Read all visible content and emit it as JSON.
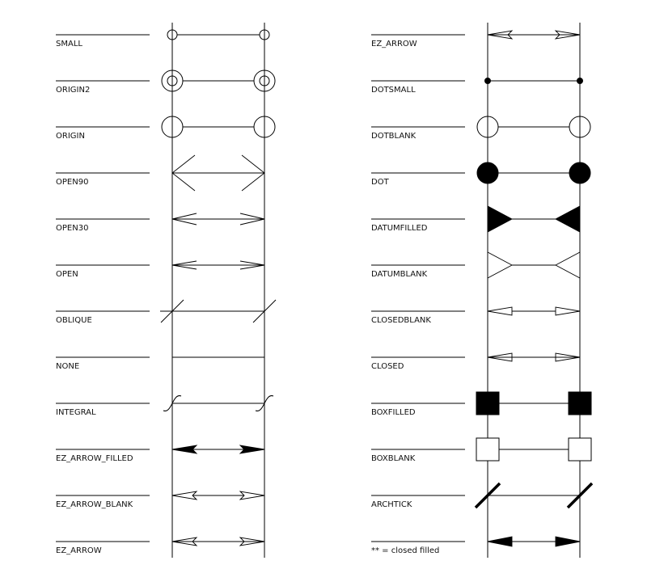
{
  "left_column": [
    {
      "label": "SMALL",
      "symbol": "small"
    },
    {
      "label": "ORIGIN2",
      "symbol": "origin2"
    },
    {
      "label": "ORIGIN",
      "symbol": "origin"
    },
    {
      "label": "OPEN90",
      "symbol": "open90"
    },
    {
      "label": "OPEN30",
      "symbol": "open30"
    },
    {
      "label": "OPEN",
      "symbol": "open"
    },
    {
      "label": "OBLIQUE",
      "symbol": "oblique"
    },
    {
      "label": "NONE",
      "symbol": "none"
    },
    {
      "label": "INTEGRAL",
      "symbol": "integral"
    },
    {
      "label": "EZ_ARROW_FILLED",
      "symbol": "ez_arrow_filled"
    },
    {
      "label": "EZ_ARROW_BLANK",
      "symbol": "ez_arrow_blank"
    },
    {
      "label": "EZ_ARROW",
      "symbol": "ez_arrow"
    }
  ],
  "right_column": [
    {
      "label": "EZ_ARROW",
      "symbol": "ez_arrow"
    },
    {
      "label": "DOTSMALL",
      "symbol": "dotsmall"
    },
    {
      "label": "DOTBLANK",
      "symbol": "dotblank"
    },
    {
      "label": "DOT",
      "symbol": "dot"
    },
    {
      "label": "DATUMFILLED",
      "symbol": "datumfilled"
    },
    {
      "label": "DATUMBLANK",
      "symbol": "datumblank"
    },
    {
      "label": "CLOSEDBLANK",
      "symbol": "closedblank"
    },
    {
      "label": "CLOSED",
      "symbol": "closed"
    },
    {
      "label": "BOXFILLED",
      "symbol": "boxfilled"
    },
    {
      "label": "BOXBLANK",
      "symbol": "boxblank"
    },
    {
      "label": "ARCHTICK",
      "symbol": "archtick"
    },
    {
      "label": "** = closed filled",
      "symbol": "closed_filled"
    }
  ]
}
